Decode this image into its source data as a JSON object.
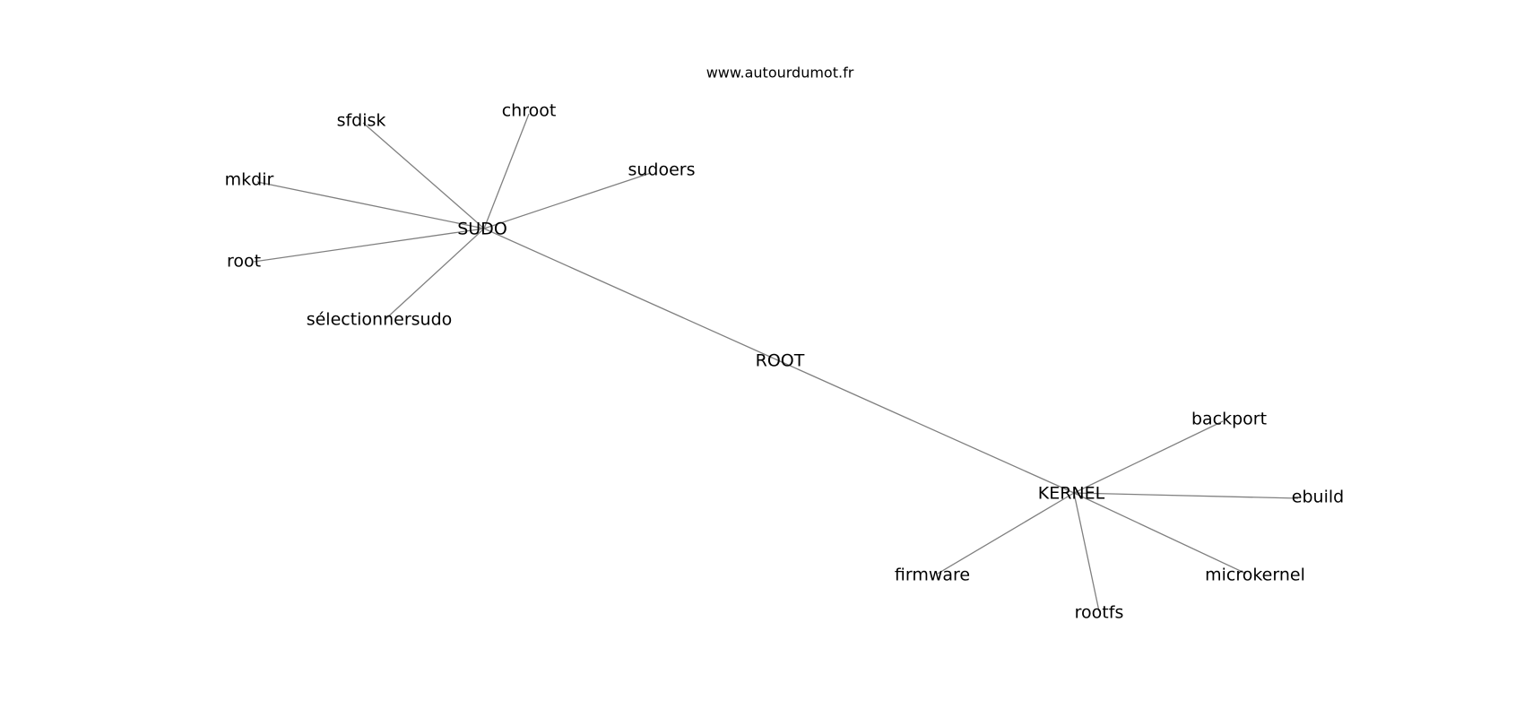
{
  "source": "www.autourdumot.fr",
  "graph": {
    "center": "ROOT",
    "nodes": [
      {
        "id": "root-node",
        "label": "ROOT"
      },
      {
        "id": "sudo",
        "label": "SUDO"
      },
      {
        "id": "kernel",
        "label": "KERNEL"
      },
      {
        "id": "sfdisk",
        "label": "sfdisk"
      },
      {
        "id": "chroot",
        "label": "chroot"
      },
      {
        "id": "sudoers",
        "label": "sudoers"
      },
      {
        "id": "mkdir",
        "label": "mkdir"
      },
      {
        "id": "root",
        "label": "root"
      },
      {
        "id": "selectionnersudo",
        "label": "sélectionnersudo"
      },
      {
        "id": "backport",
        "label": "backport"
      },
      {
        "id": "ebuild",
        "label": "ebuild"
      },
      {
        "id": "firmware",
        "label": "firmware"
      },
      {
        "id": "microkernel",
        "label": "microkernel"
      },
      {
        "id": "rootfs",
        "label": "rootfs"
      }
    ],
    "edges": [
      [
        "root-node",
        "sudo"
      ],
      [
        "root-node",
        "kernel"
      ],
      [
        "sudo",
        "sfdisk"
      ],
      [
        "sudo",
        "chroot"
      ],
      [
        "sudo",
        "sudoers"
      ],
      [
        "sudo",
        "mkdir"
      ],
      [
        "sudo",
        "root"
      ],
      [
        "sudo",
        "selectionnersudo"
      ],
      [
        "kernel",
        "backport"
      ],
      [
        "kernel",
        "ebuild"
      ],
      [
        "kernel",
        "firmware"
      ],
      [
        "kernel",
        "microkernel"
      ],
      [
        "kernel",
        "rootfs"
      ]
    ]
  }
}
